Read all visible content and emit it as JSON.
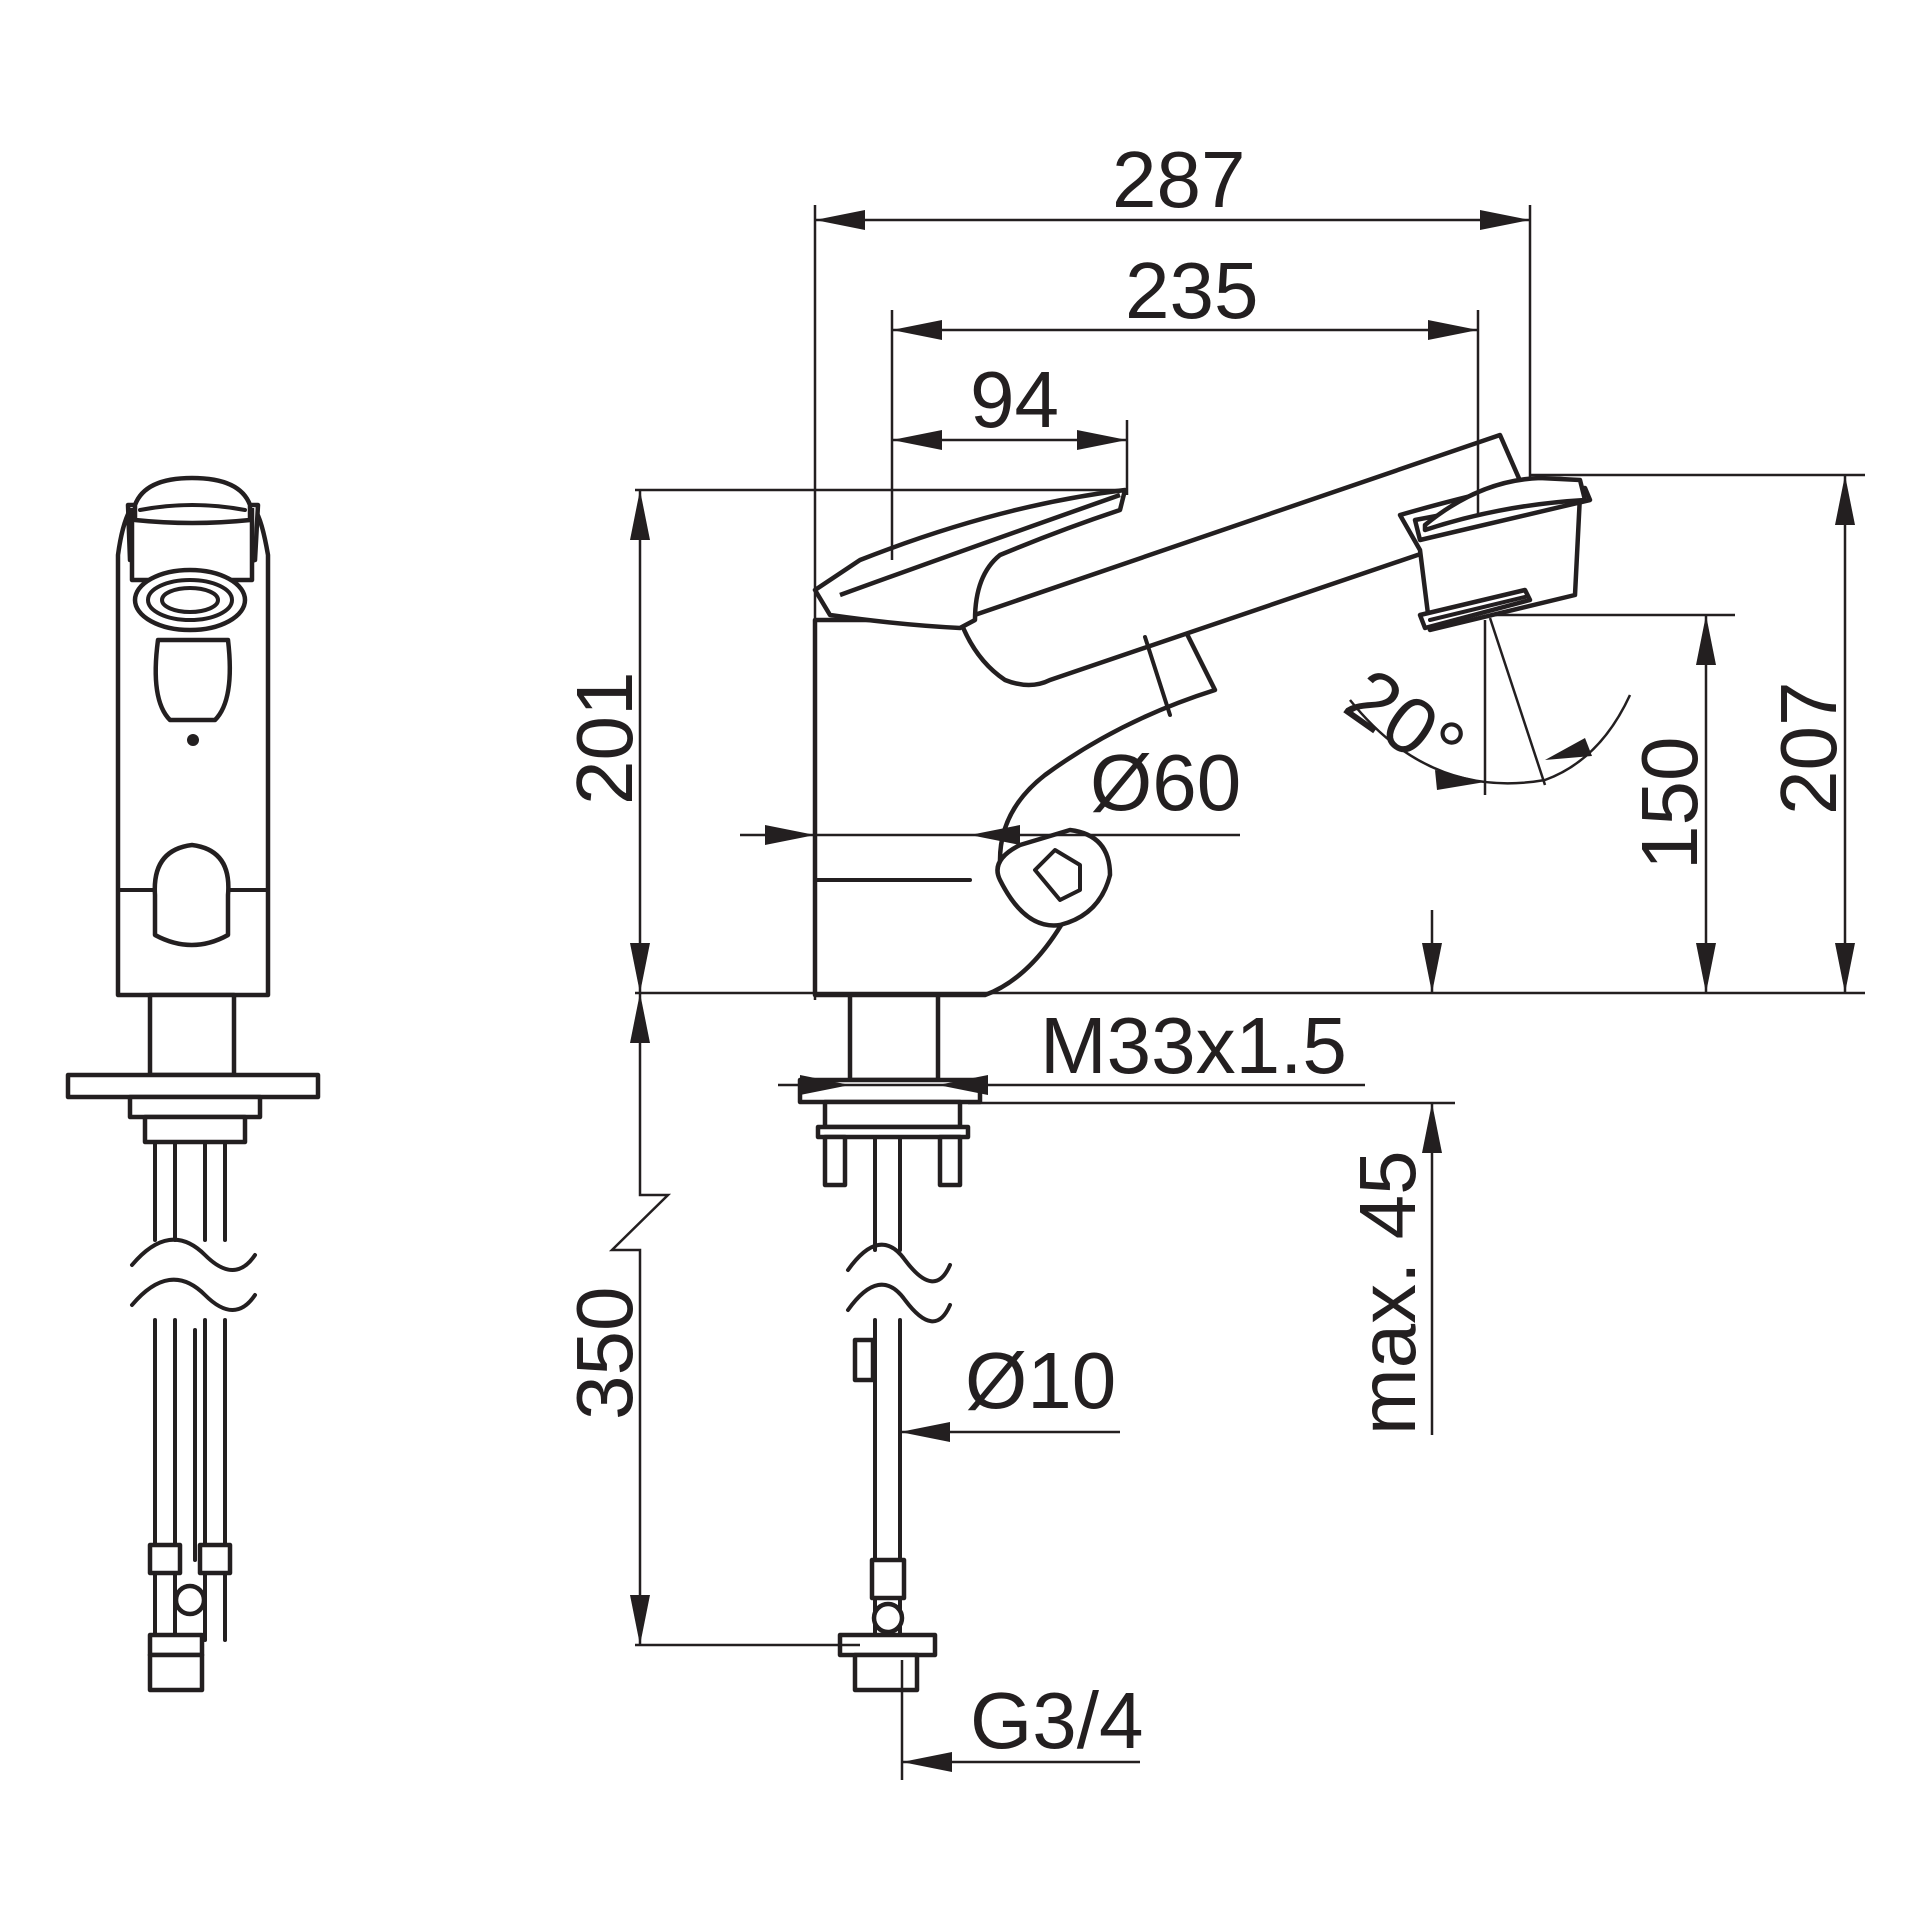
{
  "drawing": {
    "dimensions": {
      "total_length": "287",
      "spout_reach": "235",
      "lever_offset": "94",
      "body_height": "201",
      "spout_height": "150",
      "total_height": "207",
      "body_diameter": "Ø60",
      "spray_angle": "20°",
      "thread": "M33x1.5",
      "deck_thickness": "max. 45",
      "hose_length": "350",
      "hose_diameter": "Ø10",
      "connection": "G3/4"
    }
  }
}
